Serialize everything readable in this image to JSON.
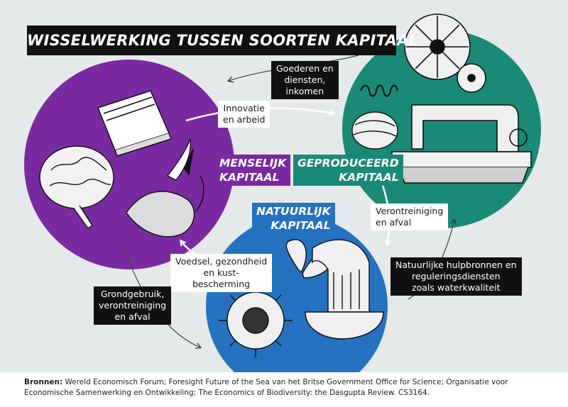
{
  "title": "WISSELWERKING TUSSEN SOORTEN KAPITAAL",
  "capitals": {
    "human": "MENSELIJK\nKAPITAAL",
    "produced": "GEPRODUCEERD\nKAPITAAL",
    "natural": "NATUURLIJK\nKAPITAAL"
  },
  "flows": {
    "goods": "Goederen en\ndiensten,\ninkomen",
    "innovation": "Innovatie\nen arbeid",
    "pollution_produced": "Verontreiniging\nen afval",
    "food": "Voedsel, gezondheid\nen kust-\nbescherming",
    "natural_resources": "Natuurlijke hulpbronnen en\nreguleringsdiensten\nzoals waterkwaliteit",
    "land_use": "Grondgebruik,\nverontreiniging\nen afval"
  },
  "footer": {
    "label": "Bronnen:",
    "text": " Wereld Economisch Forum; Foresight Future of the Sea van het Britse Government Office for Science; Organisatie voor Economische Samenwerking en Ontwikkeling; The Economics of Biodiversity: the Dasgupta Review. CS3164."
  },
  "colors": {
    "human": "#7a2aa0",
    "produced": "#1a8a78",
    "natural": "#2572c0",
    "background": "#e6e9ea"
  },
  "icons": [
    "book-icon",
    "brain-icon",
    "plant-in-hand-icon",
    "gear-icon",
    "spring-icon",
    "yarn-spool-icon",
    "sewing-machine-icon",
    "butterfly-icon",
    "sunflower-icon",
    "waterfall-icon"
  ]
}
